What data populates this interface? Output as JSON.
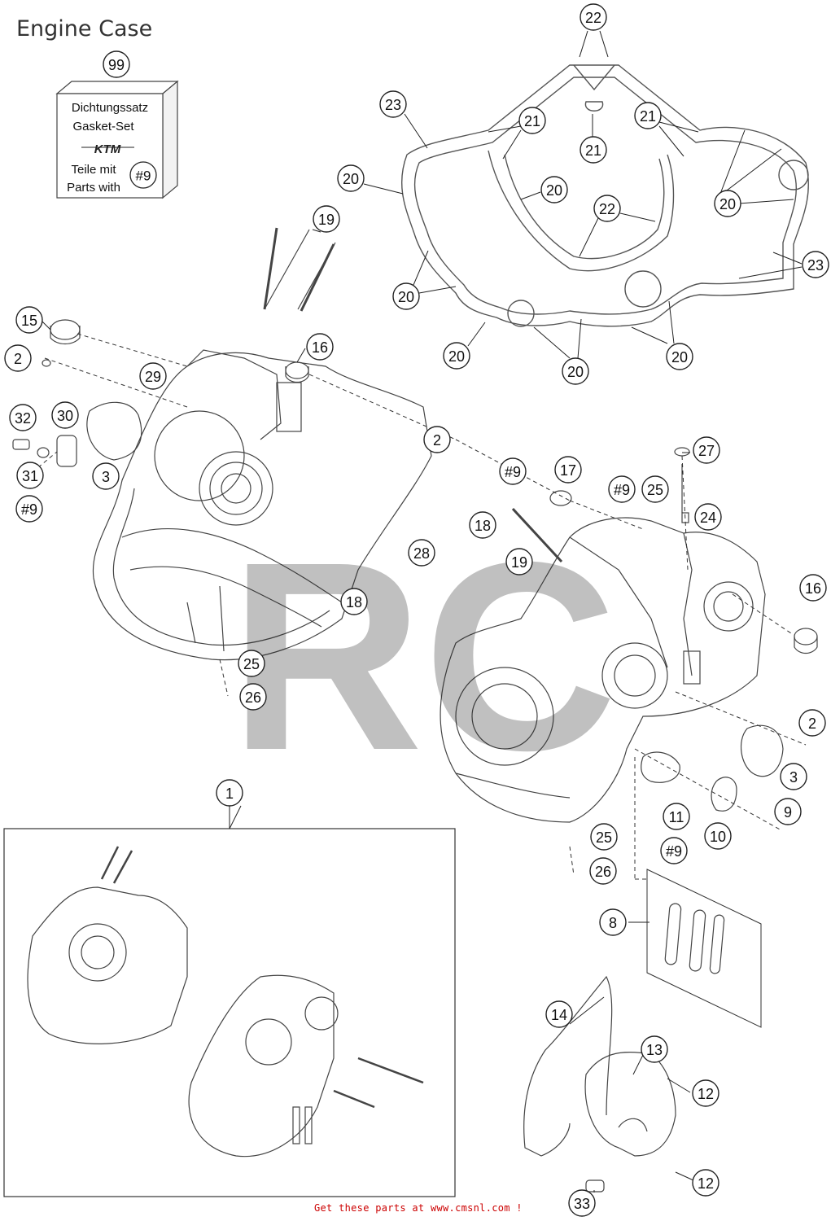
{
  "title": "Engine Case",
  "gasket_box": {
    "line1": "Dichtungssatz",
    "line2": "Gasket-Set",
    "line3": "Teile mit",
    "line4": "Parts with",
    "ref": "#9",
    "logo": "KTM"
  },
  "callouts": [
    {
      "id": "c-22a",
      "label": "22"
    },
    {
      "id": "c-99",
      "label": "99"
    },
    {
      "id": "c-23a",
      "label": "23"
    },
    {
      "id": "c-21a",
      "label": "21"
    },
    {
      "id": "c-21b",
      "label": "21"
    },
    {
      "id": "c-21c",
      "label": "21"
    },
    {
      "id": "c-20a",
      "label": "20"
    },
    {
      "id": "c-20b",
      "label": "20"
    },
    {
      "id": "c-22b",
      "label": "22"
    },
    {
      "id": "c-20c",
      "label": "20"
    },
    {
      "id": "c-23b",
      "label": "23"
    },
    {
      "id": "c-20d",
      "label": "20"
    },
    {
      "id": "c-20e",
      "label": "20"
    },
    {
      "id": "c-20f",
      "label": "20"
    },
    {
      "id": "c-20g",
      "label": "20"
    },
    {
      "id": "c-19a",
      "label": "19"
    },
    {
      "id": "c-15",
      "label": "15"
    },
    {
      "id": "c-16a",
      "label": "16"
    },
    {
      "id": "c-2a",
      "label": "2"
    },
    {
      "id": "c-29",
      "label": "29"
    },
    {
      "id": "c-32",
      "label": "32"
    },
    {
      "id": "c-30",
      "label": "30"
    },
    {
      "id": "c-2b",
      "label": "2"
    },
    {
      "id": "c-3a",
      "label": "3"
    },
    {
      "id": "c-31",
      "label": "31"
    },
    {
      "id": "c-9a",
      "label": "#9"
    },
    {
      "id": "c-9b",
      "label": "#9"
    },
    {
      "id": "c-17",
      "label": "17"
    },
    {
      "id": "c-27",
      "label": "27"
    },
    {
      "id": "c-9c",
      "label": "#9"
    },
    {
      "id": "c-25a",
      "label": "25"
    },
    {
      "id": "c-24",
      "label": "24"
    },
    {
      "id": "c-18a",
      "label": "18"
    },
    {
      "id": "c-28",
      "label": "28"
    },
    {
      "id": "c-19b",
      "label": "19"
    },
    {
      "id": "c-16b",
      "label": "16"
    },
    {
      "id": "c-18b",
      "label": "18"
    },
    {
      "id": "c-25b",
      "label": "25"
    },
    {
      "id": "c-26a",
      "label": "26"
    },
    {
      "id": "c-2c",
      "label": "2"
    },
    {
      "id": "c-3b",
      "label": "3"
    },
    {
      "id": "c-1",
      "label": "1"
    },
    {
      "id": "c-11",
      "label": "11"
    },
    {
      "id": "c-9",
      "label": "9"
    },
    {
      "id": "c-10",
      "label": "10"
    },
    {
      "id": "c-25c",
      "label": "25"
    },
    {
      "id": "c-9d",
      "label": "#9"
    },
    {
      "id": "c-26b",
      "label": "26"
    },
    {
      "id": "c-8",
      "label": "8"
    },
    {
      "id": "c-14",
      "label": "14"
    },
    {
      "id": "c-13",
      "label": "13"
    },
    {
      "id": "c-12a",
      "label": "12"
    },
    {
      "id": "c-12b",
      "label": "12"
    },
    {
      "id": "c-33",
      "label": "33"
    }
  ],
  "watermark": "RC",
  "footer": "Get these parts at www.cmsnl.com !"
}
